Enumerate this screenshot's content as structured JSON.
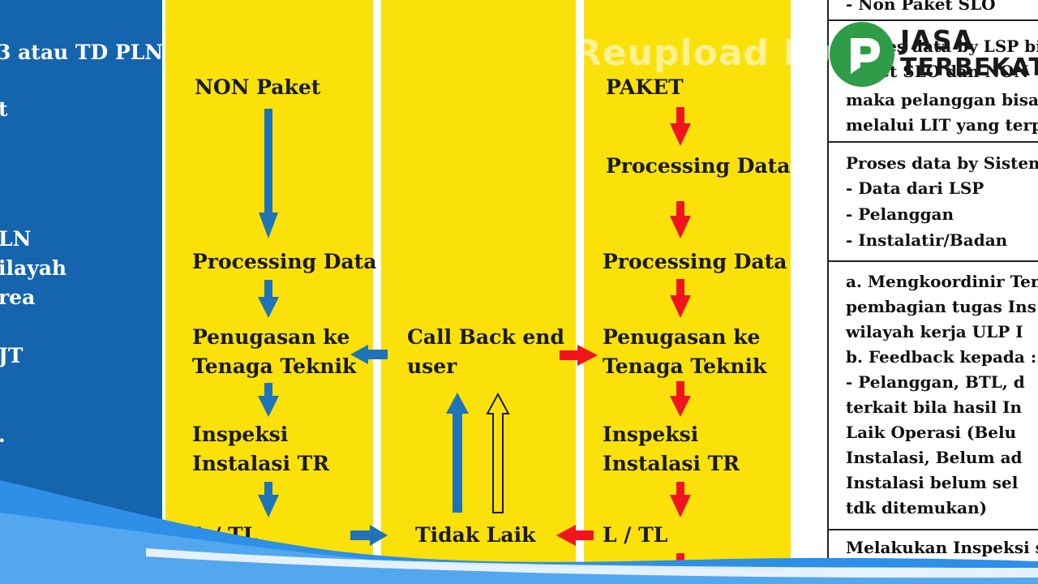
{
  "left_column": {
    "lines": [
      "3 atau TD PLN",
      "t",
      "LN",
      "ilayah",
      "rea",
      "JT",
      "."
    ]
  },
  "flow_nonpaket": {
    "header": "NON Paket",
    "step1": "Processing Data",
    "step2_line1": "Penugasan ke",
    "step2_line2": "Tenaga Teknik",
    "step3_line1": "Inspeksi",
    "step3_line2": "Instalasi TR",
    "step4": "L / TL"
  },
  "flow_middle": {
    "callback_line1": "Call Back end",
    "callback_line2": "user",
    "tidak_laik": "Tidak Laik"
  },
  "flow_paket": {
    "header": "PAKET",
    "step1": "Processing Data",
    "step2": "Processing Data",
    "step3_line1": "Penugasan ke",
    "step3_line2": "Tenaga Teknik",
    "step4_line1": "Inspeksi",
    "step4_line2": "Instalasi TR",
    "step5": "L / TL"
  },
  "right_panel": {
    "row0": "-     Non Paket  SLO",
    "row1": [
      "Proses data by LSP bil",
      "Paket SLO dan NON",
      "maka pelanggan bisa l",
      "melalui LIT yang terpo"
    ],
    "row2": [
      "Proses data by Sistem",
      "-      Data dari LSP",
      "-      Pelanggan",
      "-      Instalatir/Badan"
    ],
    "row3": [
      "a. Mengkoordinir Tena",
      "    pembagian tugas Ins",
      "    wilayah kerja ULP I",
      "b. Feedback kepada :",
      "  - Pelanggan, BTL, d",
      "     terkait bila hasil In",
      "     Laik Operasi (Belu",
      "     Instalasi, Belum ad",
      "     Instalasi belum sel",
      "     tdk ditemukan)"
    ],
    "row4": "Melakukan Inspeksi se"
  },
  "watermark": {
    "text": "Reupload By",
    "logo_line1": "JASA",
    "logo_line2": "TERBEKAT"
  },
  "colors": {
    "blue_column": "#1464ae",
    "yellow_column": "#fae10a",
    "blue_arrow": "#1f73b7",
    "red_arrow": "#f0141e",
    "wave_blue": "#2d8fe8"
  }
}
